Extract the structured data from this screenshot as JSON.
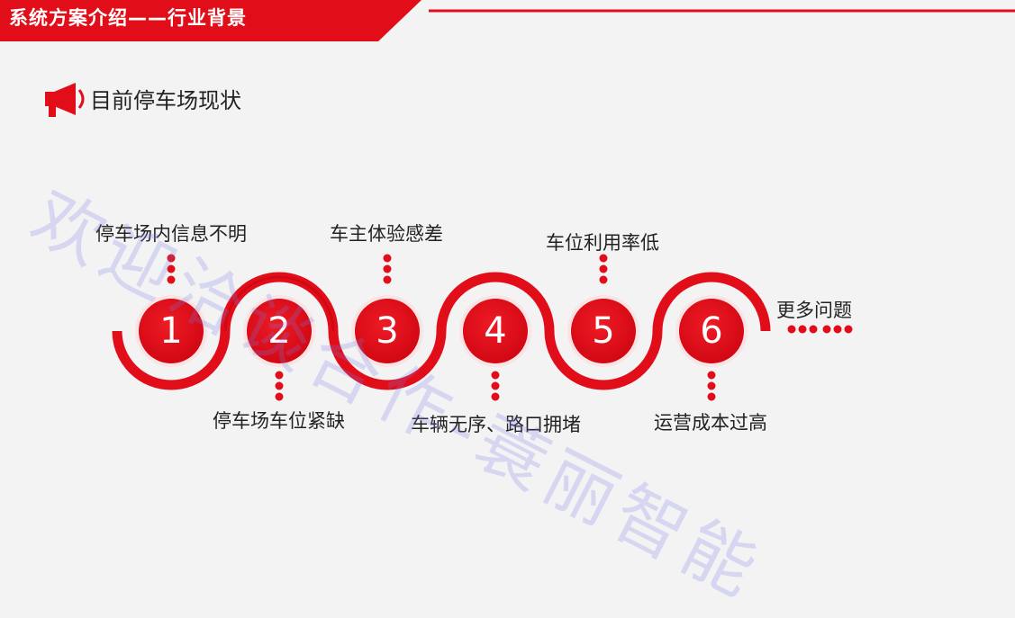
{
  "header": {
    "title": "系统方案介绍——行业背景"
  },
  "section": {
    "title": "目前停车场现状"
  },
  "steps": [
    {
      "number": "1",
      "label": "停车场内信息不明"
    },
    {
      "number": "2",
      "label": "停车场车位紧缺"
    },
    {
      "number": "3",
      "label": "车主体验感差"
    },
    {
      "number": "4",
      "label": "车辆无序、路口拥堵"
    },
    {
      "number": "5",
      "label": "车位利用率低"
    },
    {
      "number": "6",
      "label": "运营成本过高"
    }
  ],
  "more": {
    "label": "更多问题"
  },
  "watermark": {
    "text": "欢迎洽谈合作-蓑丽智能"
  },
  "colors": {
    "accent": "#e10e1a",
    "accent_dark": "#b8000c",
    "text": "#222222",
    "background": "#f3f3f4"
  }
}
